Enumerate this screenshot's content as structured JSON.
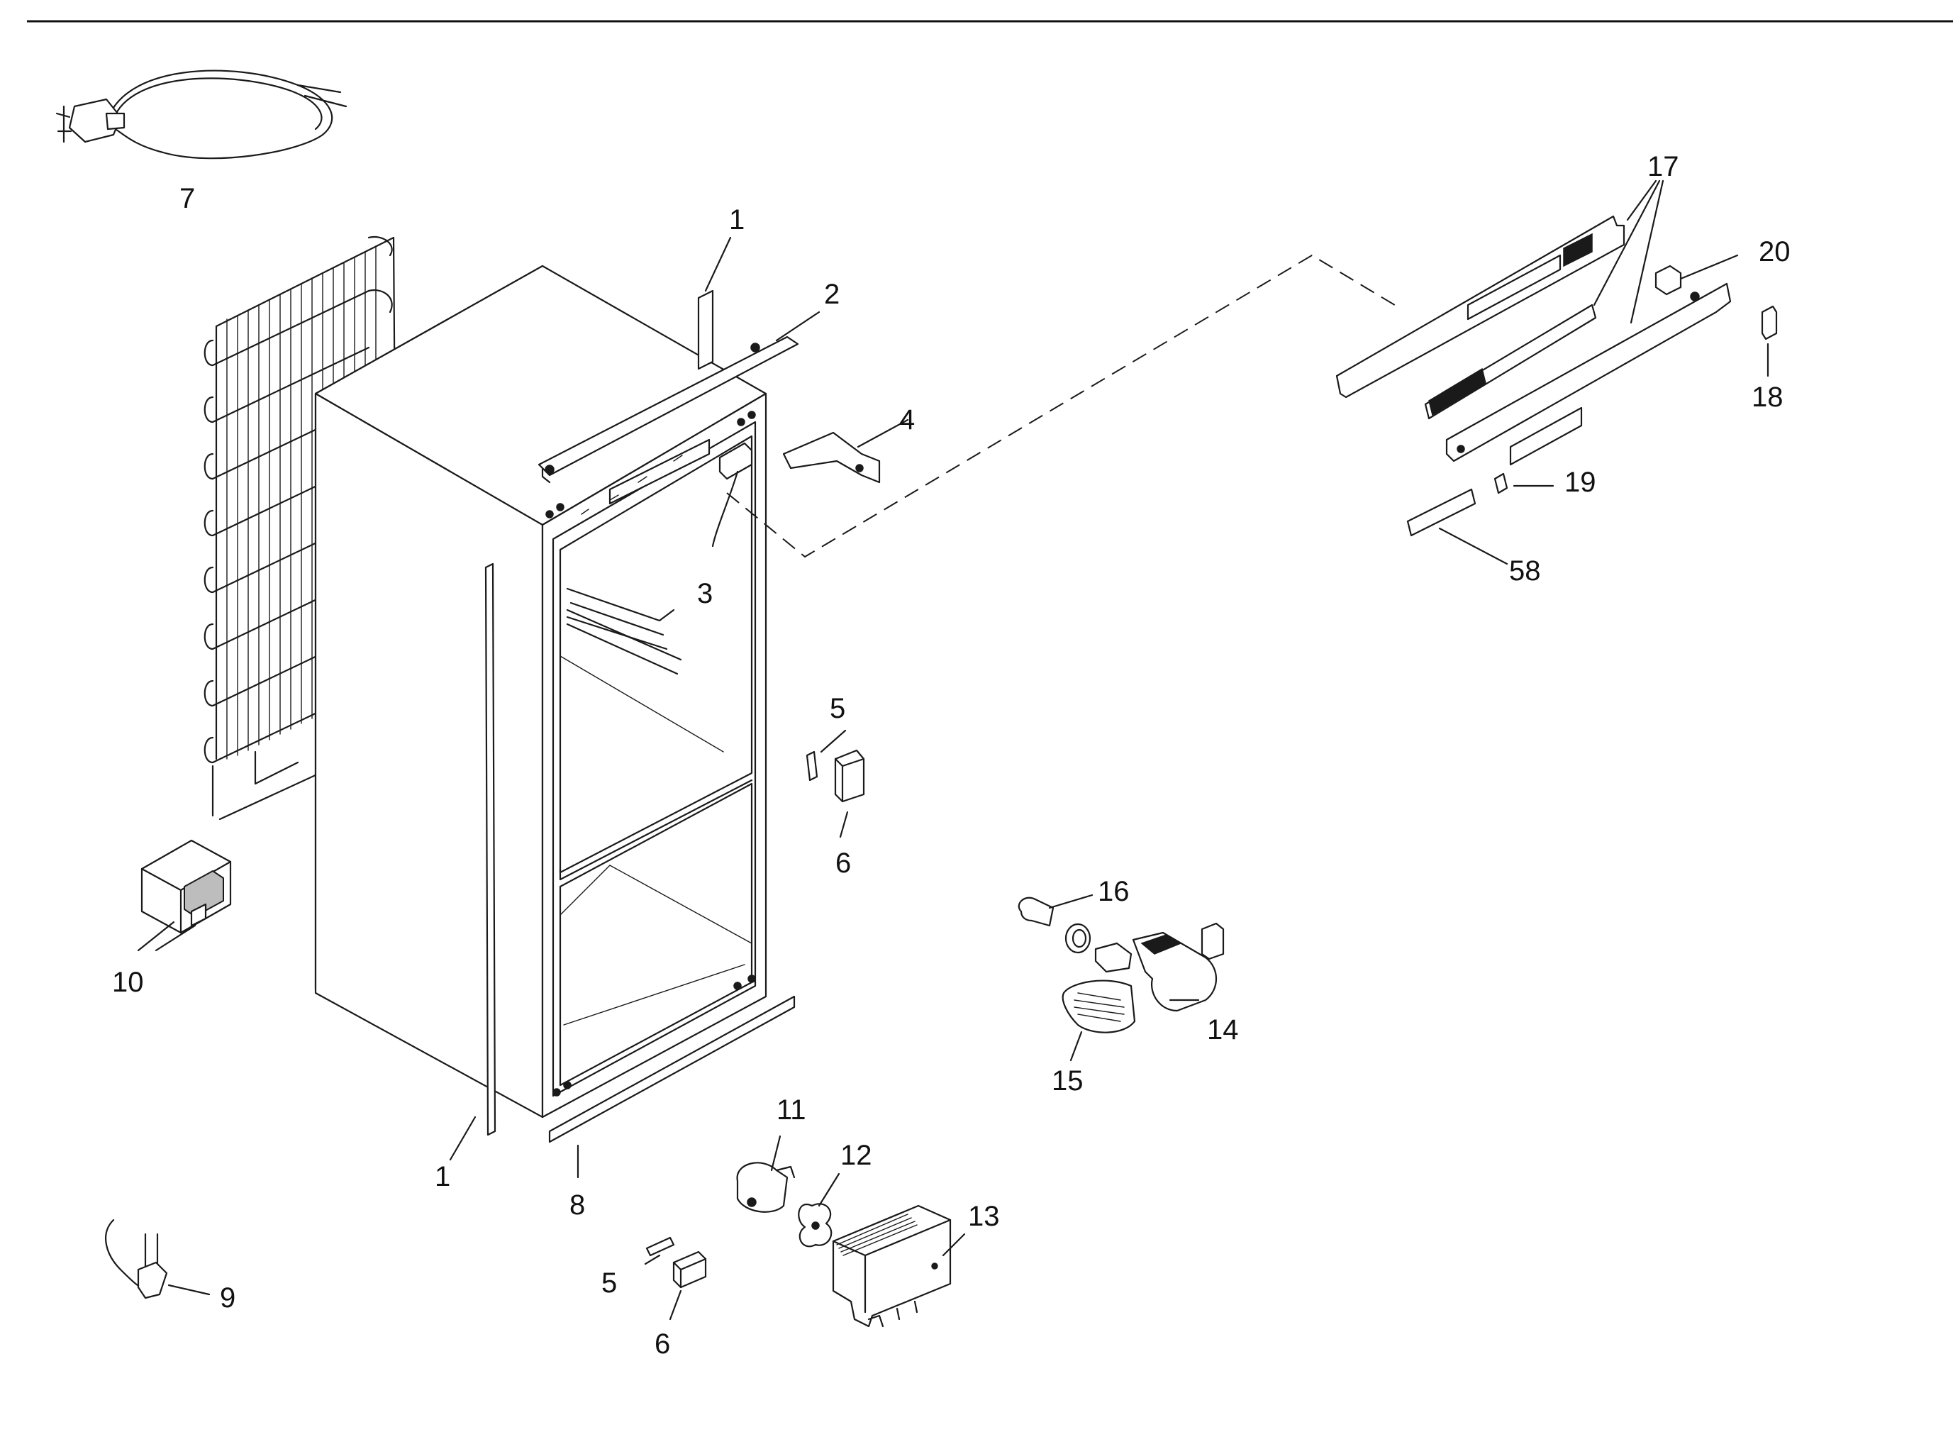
{
  "part_labels": {
    "p1_top": "1",
    "p2": "2",
    "p3": "3",
    "p4": "4",
    "p5_mid": "5",
    "p6_mid": "6",
    "p7": "7",
    "p10": "10",
    "p1_bottom": "1",
    "p8": "8",
    "p9": "9",
    "p11": "11",
    "p12": "12",
    "p13": "13",
    "p5_low": "5",
    "p6_low": "6",
    "p14": "14",
    "p15": "15",
    "p16": "16",
    "p17": "17",
    "p18": "18",
    "p19": "19",
    "p20": "20",
    "p58": "58"
  }
}
